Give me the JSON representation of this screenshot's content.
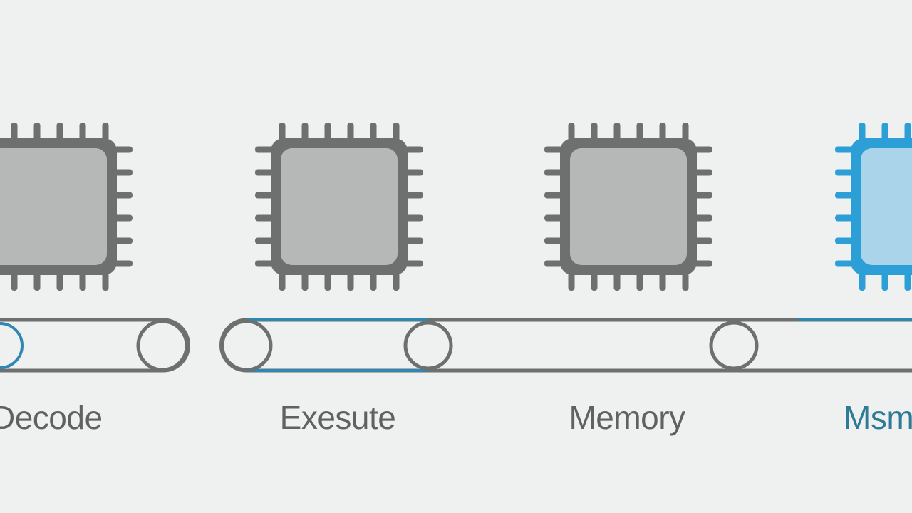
{
  "diagram": {
    "colors": {
      "background": "#eff0f0",
      "chip_body": "#6e7070",
      "chip_core": "#b6b8b8",
      "chip_pin": "#6e7070",
      "label": "#5e6262",
      "accent": "#2c9fd6",
      "accent_core": "#a9d4ea",
      "accent_label": "#2f7a96",
      "track": "#6e7070",
      "track_highlight": "#2f88b3"
    },
    "stages": [
      {
        "label": "Decode",
        "highlighted": false
      },
      {
        "label": "Exesute",
        "highlighted": false
      },
      {
        "label": "Memory",
        "highlighted": false
      },
      {
        "label": "Msm",
        "highlighted": true
      }
    ]
  }
}
